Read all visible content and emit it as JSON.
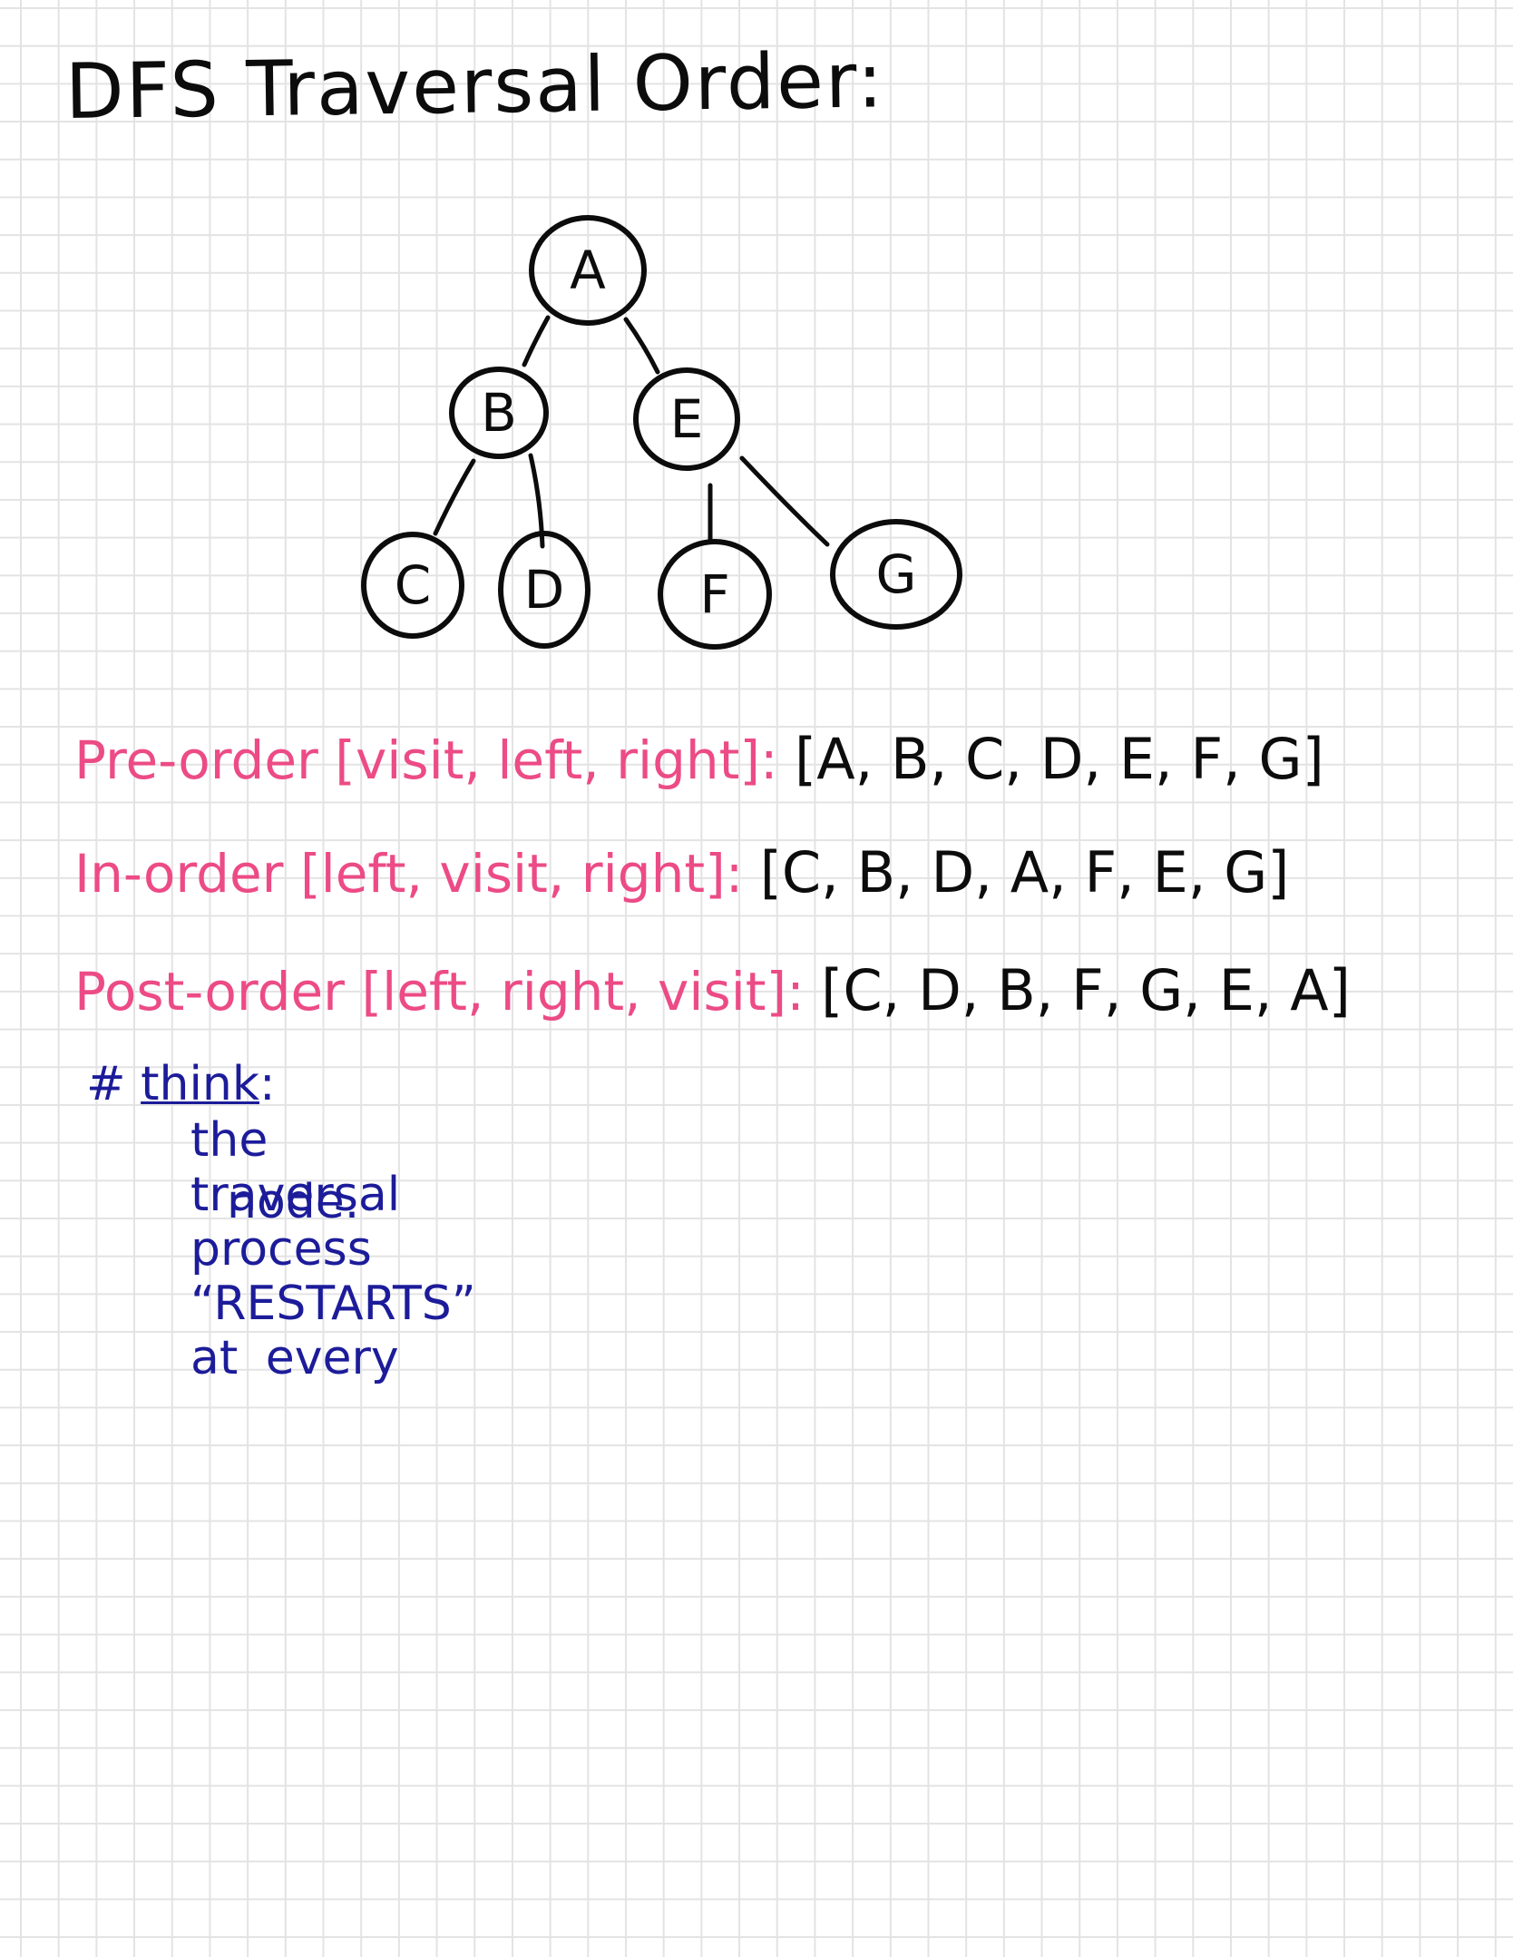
{
  "title": "DFS Traversal Order:",
  "tree": {
    "nodes": [
      {
        "id": "A",
        "label": "A"
      },
      {
        "id": "B",
        "label": "B"
      },
      {
        "id": "E",
        "label": "E"
      },
      {
        "id": "C",
        "label": "C"
      },
      {
        "id": "D",
        "label": "D"
      },
      {
        "id": "F",
        "label": "F"
      },
      {
        "id": "G",
        "label": "G"
      }
    ],
    "edges": [
      [
        "A",
        "B"
      ],
      [
        "A",
        "E"
      ],
      [
        "B",
        "C"
      ],
      [
        "B",
        "D"
      ],
      [
        "E",
        "F"
      ],
      [
        "E",
        "G"
      ]
    ]
  },
  "traversals": {
    "pre_order": {
      "label": "Pre-order [visit, left, right]",
      "sep": ":",
      "result": "[A, B, C, D, E, F, G]"
    },
    "in_order": {
      "label": "In-order [left, visit, right]",
      "sep": ":",
      "result": "[C, B, D, A, F, E, G]"
    },
    "post_order": {
      "label": "Post-order [left, right, visit]",
      "sep": ":",
      "result": "[C, D, B, F, G, E, A]"
    }
  },
  "note": {
    "bullet": "#",
    "heading": "think",
    "heading_sep": ":",
    "line1": "the traversal process “RESTARTS” at every",
    "line2": "node."
  },
  "colors": {
    "ink": "#0c0c0c",
    "pink": "#ec4b86",
    "blue": "#1c1c9a",
    "grid": "#e3e3e3"
  }
}
